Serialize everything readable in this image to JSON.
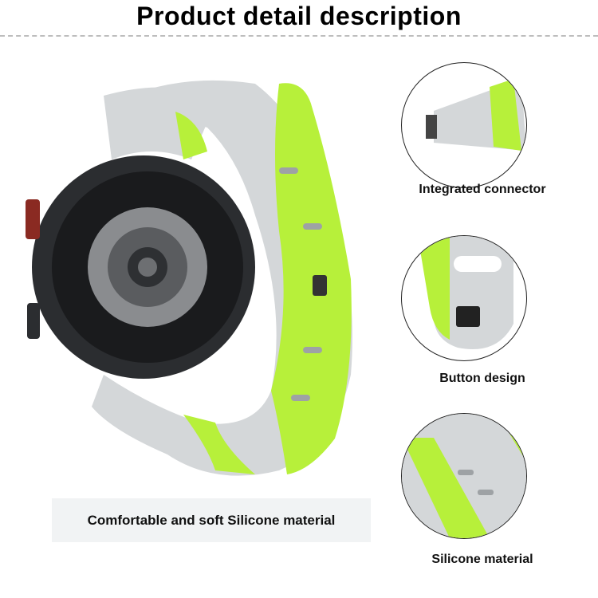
{
  "title": "Product detail description",
  "main_caption": "Comfortable and soft Silicone material",
  "details": [
    {
      "label": "Integrated connector",
      "icon": "connector-closeup"
    },
    {
      "label": "Button design",
      "icon": "button-clasp-closeup"
    },
    {
      "label": "Silicone material",
      "icon": "silicone-texture-closeup"
    }
  ],
  "colors": {
    "band_gray": "#d4d7d9",
    "band_lime": "#b7f03a",
    "watch_body": "#2b2d30"
  }
}
